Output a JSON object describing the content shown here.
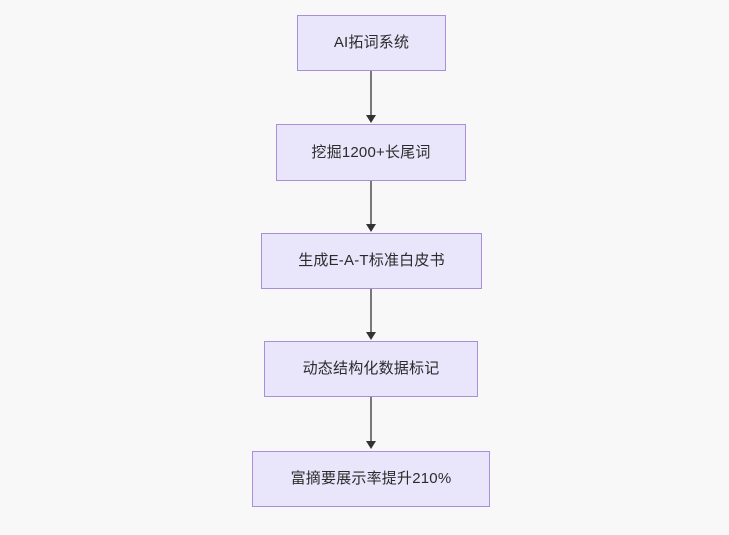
{
  "diagram": {
    "background_color": "#f8f8f8",
    "node_fill_color": "#e9e6fb",
    "node_border_color": "#a88fd8",
    "connector_color": "#787878",
    "arrowhead_color": "#333333",
    "text_color": "#2b2b2b",
    "orientation": "top-to-bottom",
    "nodes": [
      {
        "id": "n1",
        "label": "AI拓词系统"
      },
      {
        "id": "n2",
        "label": "挖掘1200+长尾词"
      },
      {
        "id": "n3",
        "label": "生成E-A-T标准白皮书"
      },
      {
        "id": "n4",
        "label": "动态结构化数据标记"
      },
      {
        "id": "n5",
        "label": "富摘要展示率提升210%"
      }
    ],
    "edges": [
      {
        "from": "n1",
        "to": "n2"
      },
      {
        "from": "n2",
        "to": "n3"
      },
      {
        "from": "n3",
        "to": "n4"
      },
      {
        "from": "n4",
        "to": "n5"
      }
    ]
  }
}
